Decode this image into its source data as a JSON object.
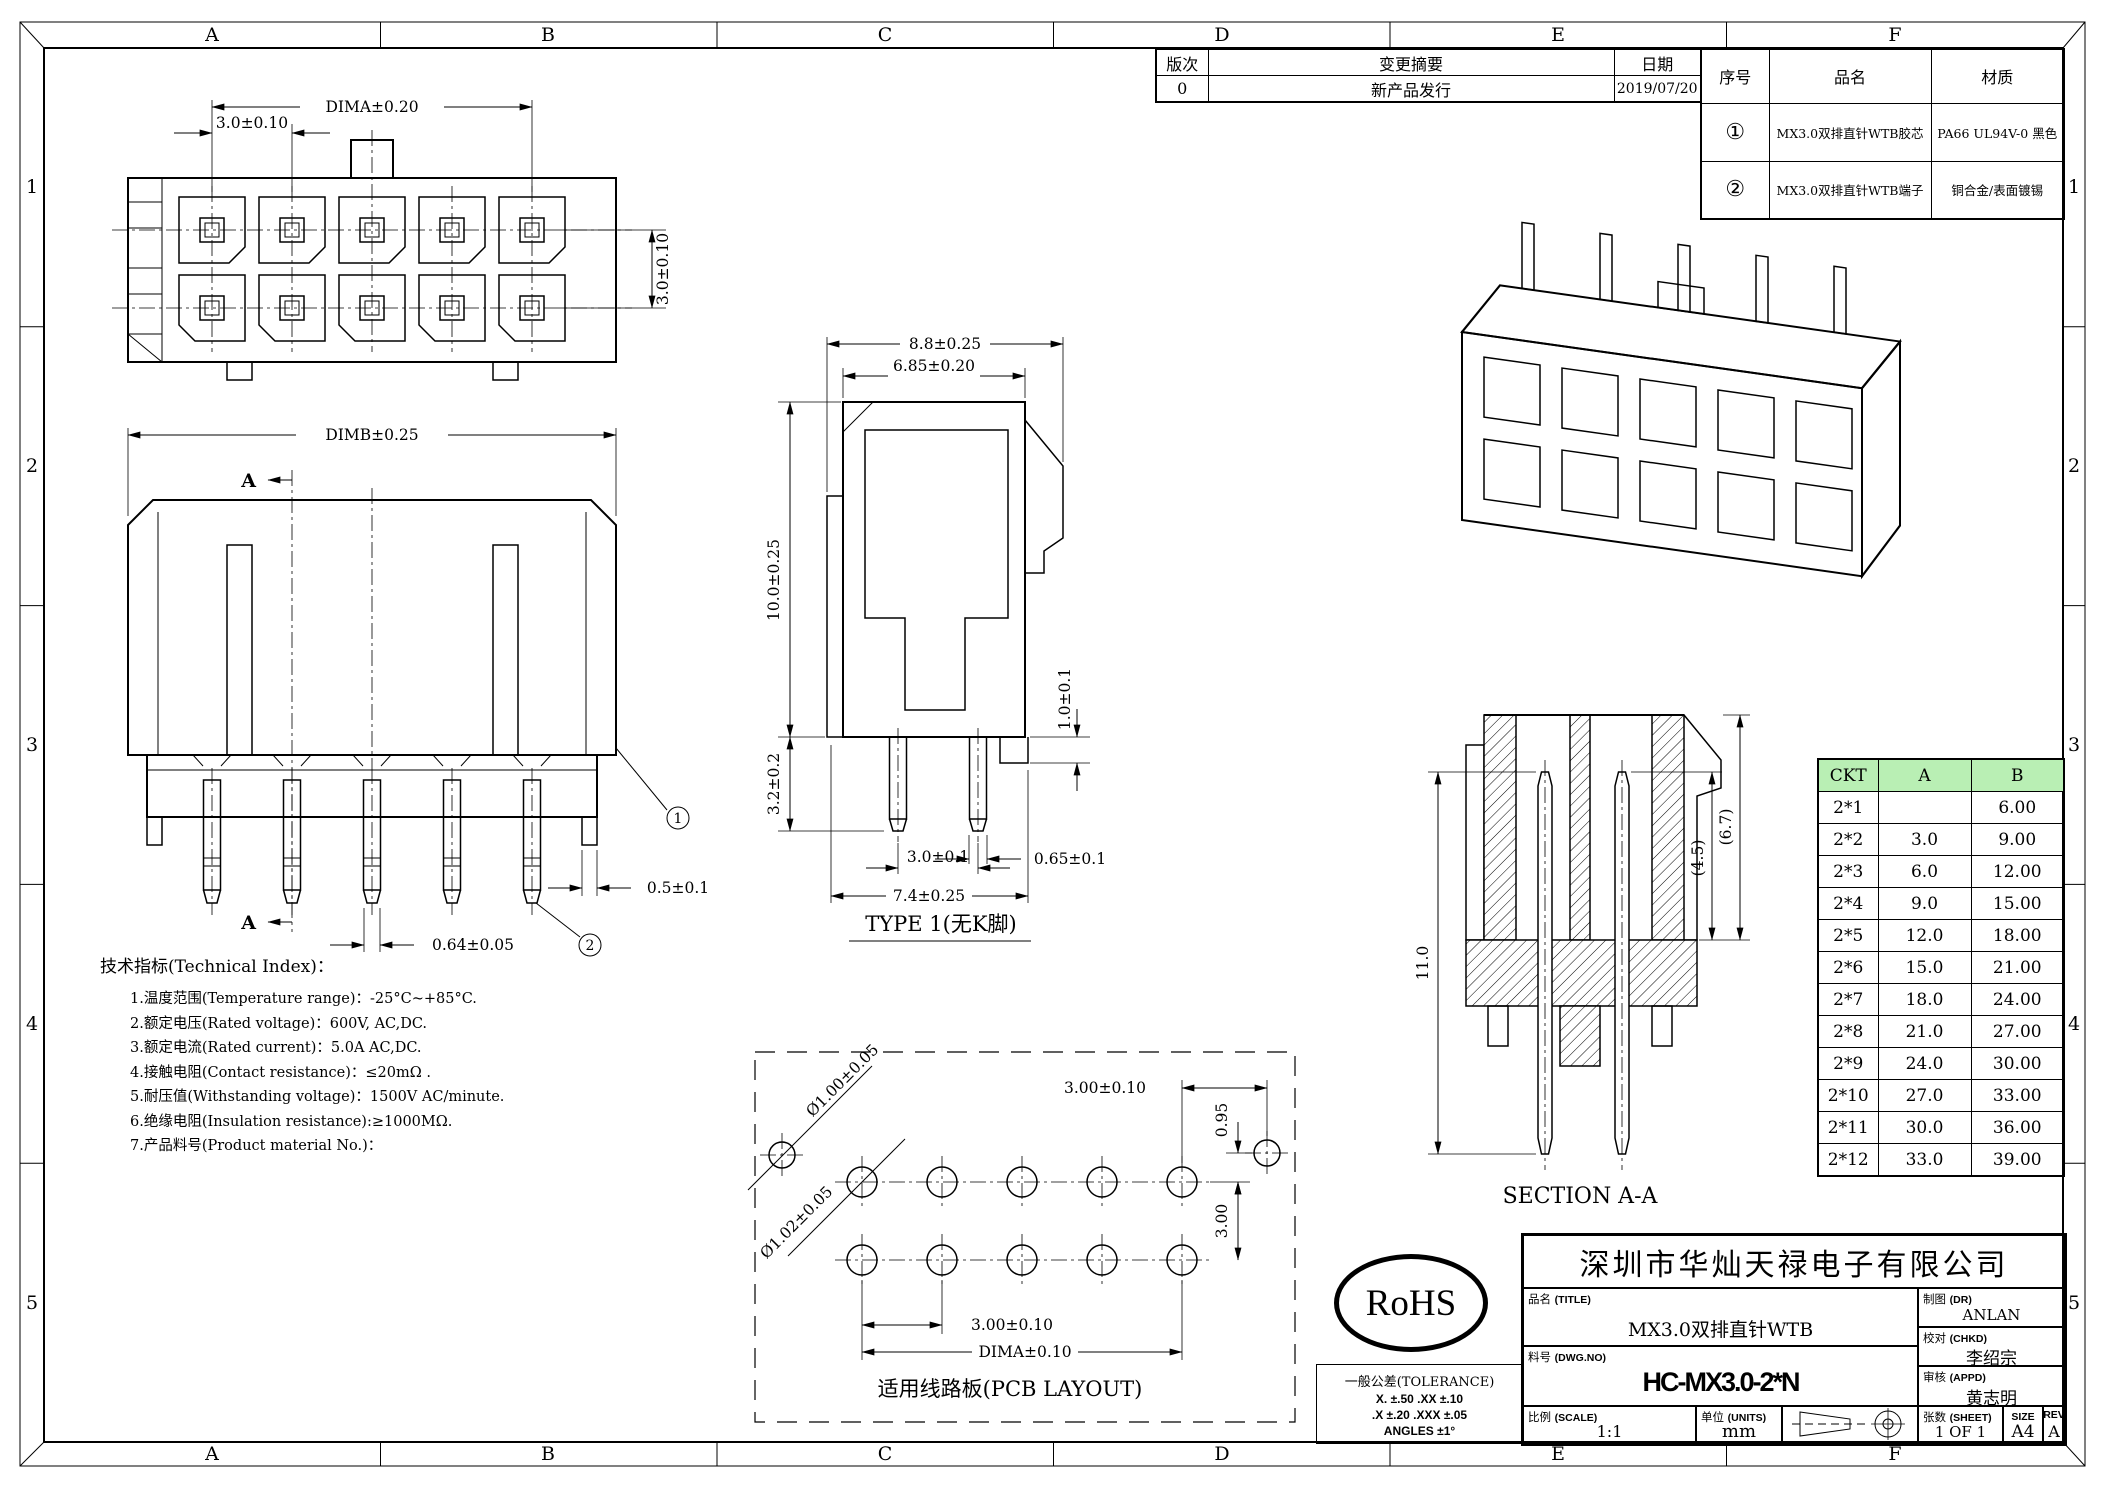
{
  "colors": {
    "paper": "#ffffff",
    "line": "#000000",
    "ckt_header_bg": "#b9efb4"
  },
  "sheet": {
    "zone_letters": [
      "A",
      "B",
      "C",
      "D",
      "E",
      "F"
    ],
    "zone_numbers": [
      "1",
      "2",
      "3",
      "4",
      "5"
    ]
  },
  "revision_table": {
    "col_rev": "版次",
    "col_summary": "变更摘要",
    "col_date": "日期",
    "row": {
      "rev": "0",
      "summary": "新产品发行",
      "date": "2019/07/20"
    }
  },
  "parts_table": {
    "col_no": "序号",
    "col_name": "品名",
    "col_material": "材质",
    "rows": [
      {
        "no": "①",
        "name": "MX3.0双排直针WTB胶芯",
        "material": "PA66 UL94V-0 黑色"
      },
      {
        "no": "②",
        "name": "MX3.0双排直针WTB端子",
        "material": "铜合金/表面镀锡"
      }
    ]
  },
  "ckt_table": {
    "headers": [
      "CKT",
      "A",
      "B"
    ],
    "rows": [
      [
        "2*1",
        "",
        "6.00"
      ],
      [
        "2*2",
        "3.0",
        "9.00"
      ],
      [
        "2*3",
        "6.0",
        "12.00"
      ],
      [
        "2*4",
        "9.0",
        "15.00"
      ],
      [
        "2*5",
        "12.0",
        "18.00"
      ],
      [
        "2*6",
        "15.0",
        "21.00"
      ],
      [
        "2*7",
        "18.0",
        "24.00"
      ],
      [
        "2*8",
        "21.0",
        "27.00"
      ],
      [
        "2*9",
        "24.0",
        "30.00"
      ],
      [
        "2*10",
        "27.0",
        "33.00"
      ],
      [
        "2*11",
        "30.0",
        "36.00"
      ],
      [
        "2*12",
        "33.0",
        "39.00"
      ]
    ]
  },
  "tech": {
    "title": "技术指标(Technical Index)：",
    "items": [
      "1.温度范围(Temperature range)：-25°C~+85°C.",
      "2.额定电压(Rated voltage)：600V, AC,DC.",
      "3.额定电流(Rated current)：5.0A AC,DC.",
      "4.接触电阻(Contact resistance)：≤20mΩ .",
      "5.耐压值(Withstanding voltage)：1500V AC/minute.",
      "6.绝缘电阻(Insulation resistance):≥1000MΩ.",
      "7.产品料号(Product material No.)："
    ]
  },
  "views": {
    "front": {
      "dim_width": "DIMA±0.20",
      "dim_pitch": "3.0±0.10",
      "dim_row": "3.0±0.10"
    },
    "side": {
      "dim_width": "DIMB±0.25",
      "dim_pin": "0.64±0.05",
      "dim_foot": "0.5±0.1",
      "section_mark": "A",
      "balloon_1": "1",
      "balloon_2": "2"
    },
    "type1": {
      "dim_w1": "8.8±0.25",
      "dim_w2": "6.85±0.20",
      "dim_h1": "10.0±0.25",
      "dim_h2": "3.2±0.2",
      "dim_notch": "1.0±0.1",
      "dim_pin_w": "0.65±0.1",
      "dim_pitch": "3.0±0.1",
      "dim_span": "7.4±0.25",
      "label": "TYPE 1(无K脚)"
    },
    "section": {
      "dim_h": "11.0",
      "dim_inner": "(4.5)",
      "dim_outer": "(6.7)",
      "label": "SECTION A-A"
    },
    "pcb": {
      "dim_hole_a": "Ø1.00±0.05",
      "dim_hole_b": "Ø1.02±0.05",
      "dim_top": "3.00±0.10",
      "dim_offset": "0.95",
      "dim_row": "3.00",
      "dim_bottom": "3.00±0.10",
      "dim_span": "DIMA±0.10",
      "label": "适用线路板(PCB LAYOUT)"
    }
  },
  "rohs": {
    "label": "RoHS"
  },
  "tolerance": {
    "title": "一般公差(TOLERANCE)",
    "r1": "X.  ±.50      .XX  ±.10",
    "r2": ".X  ±.20     .XXX  ±.05",
    "r3": "ANGLES       ±1°"
  },
  "title_block": {
    "company": "深圳市华灿天禄电子有限公司",
    "title_label": "品名",
    "title_label_en": "(TITLE)",
    "title_value": "MX3.0双排直针WTB",
    "dwg_label": "料号",
    "dwg_label_en": "(DWG.NO)",
    "dwg_value": "HC-MX3.0-2*N",
    "dr_label": "制图",
    "dr_label_en": "(DR)",
    "dr_value": "ANLAN",
    "chkd_label": "校对",
    "chkd_label_en": "(CHKD)",
    "chkd_value": "李绍宗",
    "appd_label": "审核",
    "appd_label_en": "(APPD)",
    "appd_value": "黄志明",
    "scale_label": "比例",
    "scale_label_en": "(SCALE)",
    "scale_value": "1:1",
    "units_label": "单位",
    "units_label_en": "(UNITS)",
    "units_value": "mm",
    "sheet_label": "张数",
    "sheet_label_en": "(SHEET)",
    "sheet_value": "1 OF 1",
    "size_label": "SIZE",
    "size_value": "A4",
    "rev_label": "REV",
    "rev_value": "A"
  }
}
